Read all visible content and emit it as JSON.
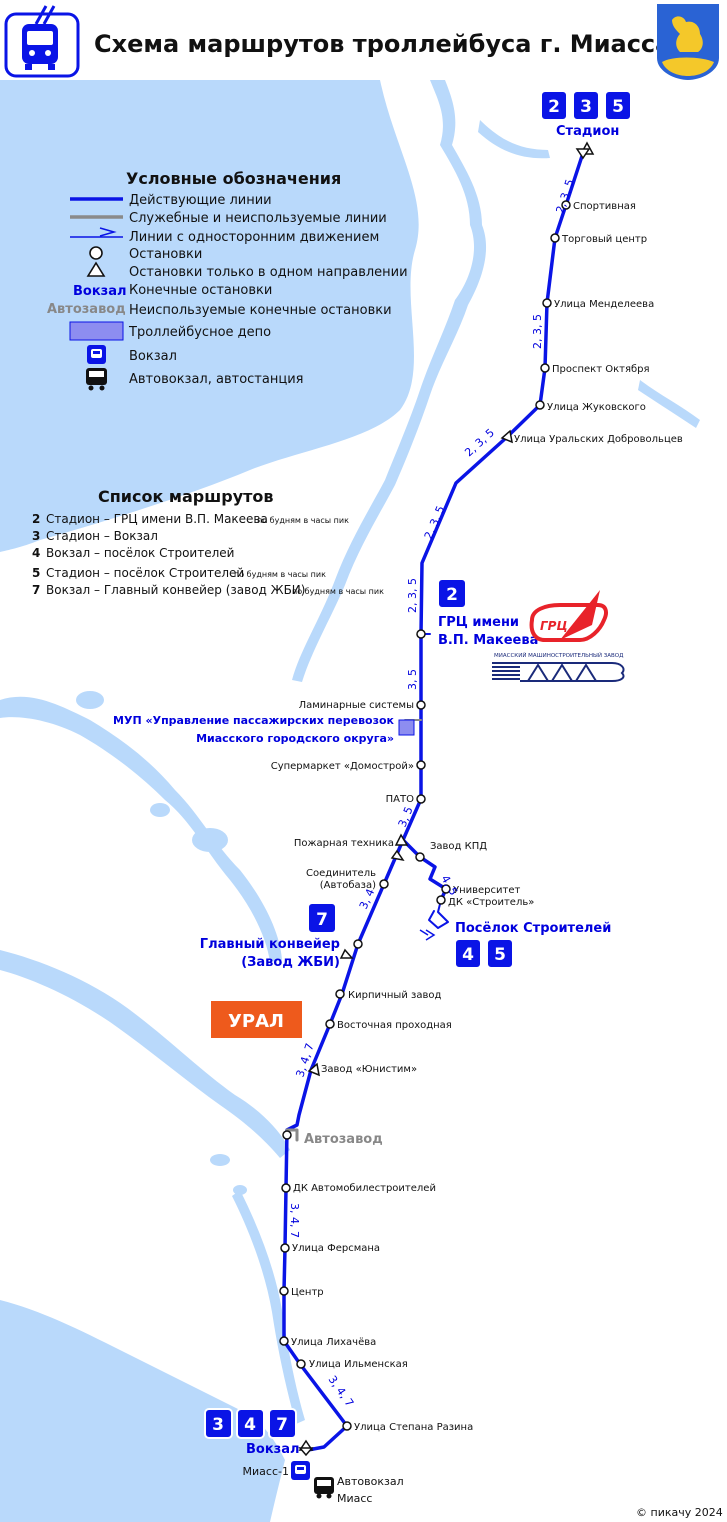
{
  "title": "Схема маршрутов троллейбуса г. Миасса",
  "colors": {
    "line": "#0a14e6",
    "water": "#b9d9fb",
    "service": "#8a8a8a",
    "depot": "#8d8df0",
    "badge": "#0a14e6",
    "ural": "#ee5a1c"
  },
  "legend": {
    "header": "Условные обозначения",
    "items": [
      "Действующие линии",
      "Служебные и неиспользуемые линии",
      "Линии с односторонним движением",
      "Остановки",
      "Остановки только в одном направлении",
      "Конечные остановки",
      "Неиспользуемые конечные остановки",
      "Троллейбусное депо",
      "Вокзал",
      "Автовокзал, автостанция"
    ],
    "sample_terminal": "Вокзал",
    "sample_unused_terminal": "Автозавод"
  },
  "routes": {
    "header": "Список маршрутов",
    "list": [
      {
        "num": "2",
        "text": "Стадион – ГРЦ имени В.П. Макеева",
        "note": "по будням в часы пик"
      },
      {
        "num": "3",
        "text": "Стадион – Вокзал",
        "note": ""
      },
      {
        "num": "4",
        "text": "Вокзал – посёлок Строителей",
        "note": ""
      },
      {
        "num": "5",
        "text": "Стадион – посёлок Строителей",
        "note": "по будням в часы пик"
      },
      {
        "num": "7",
        "text": "Вокзал – Главный конвейер (завод ЖБИ)",
        "note": "по будням в часы пик"
      }
    ]
  },
  "terminals": {
    "stadion": {
      "label": "Стадион",
      "badges": [
        "2",
        "3",
        "5"
      ]
    },
    "grc": {
      "line1": "ГРЦ имени",
      "line2": "В.П. Макеева",
      "badges": [
        "2"
      ]
    },
    "stroiteley": {
      "label": "Посёлок Строителей",
      "badges": [
        "4",
        "5"
      ]
    },
    "konveyer": {
      "line1": "Главный конвейер",
      "line2": "(Завод ЖБИ)",
      "badges": [
        "7"
      ]
    },
    "avtozavod": {
      "label": "Автозавод"
    },
    "vokzal": {
      "label": "Вокзал",
      "badges": [
        "3",
        "4",
        "7"
      ]
    }
  },
  "stops": [
    "Спортивная",
    "Торговый центр",
    "Улица Менделеева",
    "Проспект Октября",
    "Улица Жуковского",
    "Улица Уральских Добровольцев",
    "Ламинарные системы",
    "Супермаркет «Домострой»",
    "ПАТО",
    "Пожарная техника",
    "Завод КПД",
    "Университет",
    "ДК «Строитель»",
    "Соединитель",
    "(Автобаза)",
    "Кирпичный завод",
    "Восточная проходная",
    "Завод «Юнистим»",
    "ДК Автомобилестроителей",
    "Улица Ферсмана",
    "Центр",
    "Улица Лихачёва",
    "Улица Ильменская",
    "Улица Степана Разина"
  ],
  "route_labels": [
    "2, 3, 5",
    "2, 3, 5",
    "2, 3, 5",
    "2, 3, 5",
    "2, 3, 5",
    "3, 5",
    "3, 5",
    "3, 4",
    "4, 5",
    "3, 4, 7",
    "3, 4, 7",
    "3, 4, 7"
  ],
  "depot": {
    "line1": "МУП «Управление пассажирских перевозок",
    "line2": "Миасского городского округа»"
  },
  "station": {
    "rail": "Миасс-1",
    "bus_line1": "Автовокзал",
    "bus_line2": "Миасс"
  },
  "logos": {
    "grc": "ГРЦ",
    "mmz_caption": "МИАССКИЙ МАШИНОСТРОИТЕЛЬНЫЙ ЗАВОД",
    "ural": "УРАЛ"
  },
  "copyright": "© пикачу 2024"
}
